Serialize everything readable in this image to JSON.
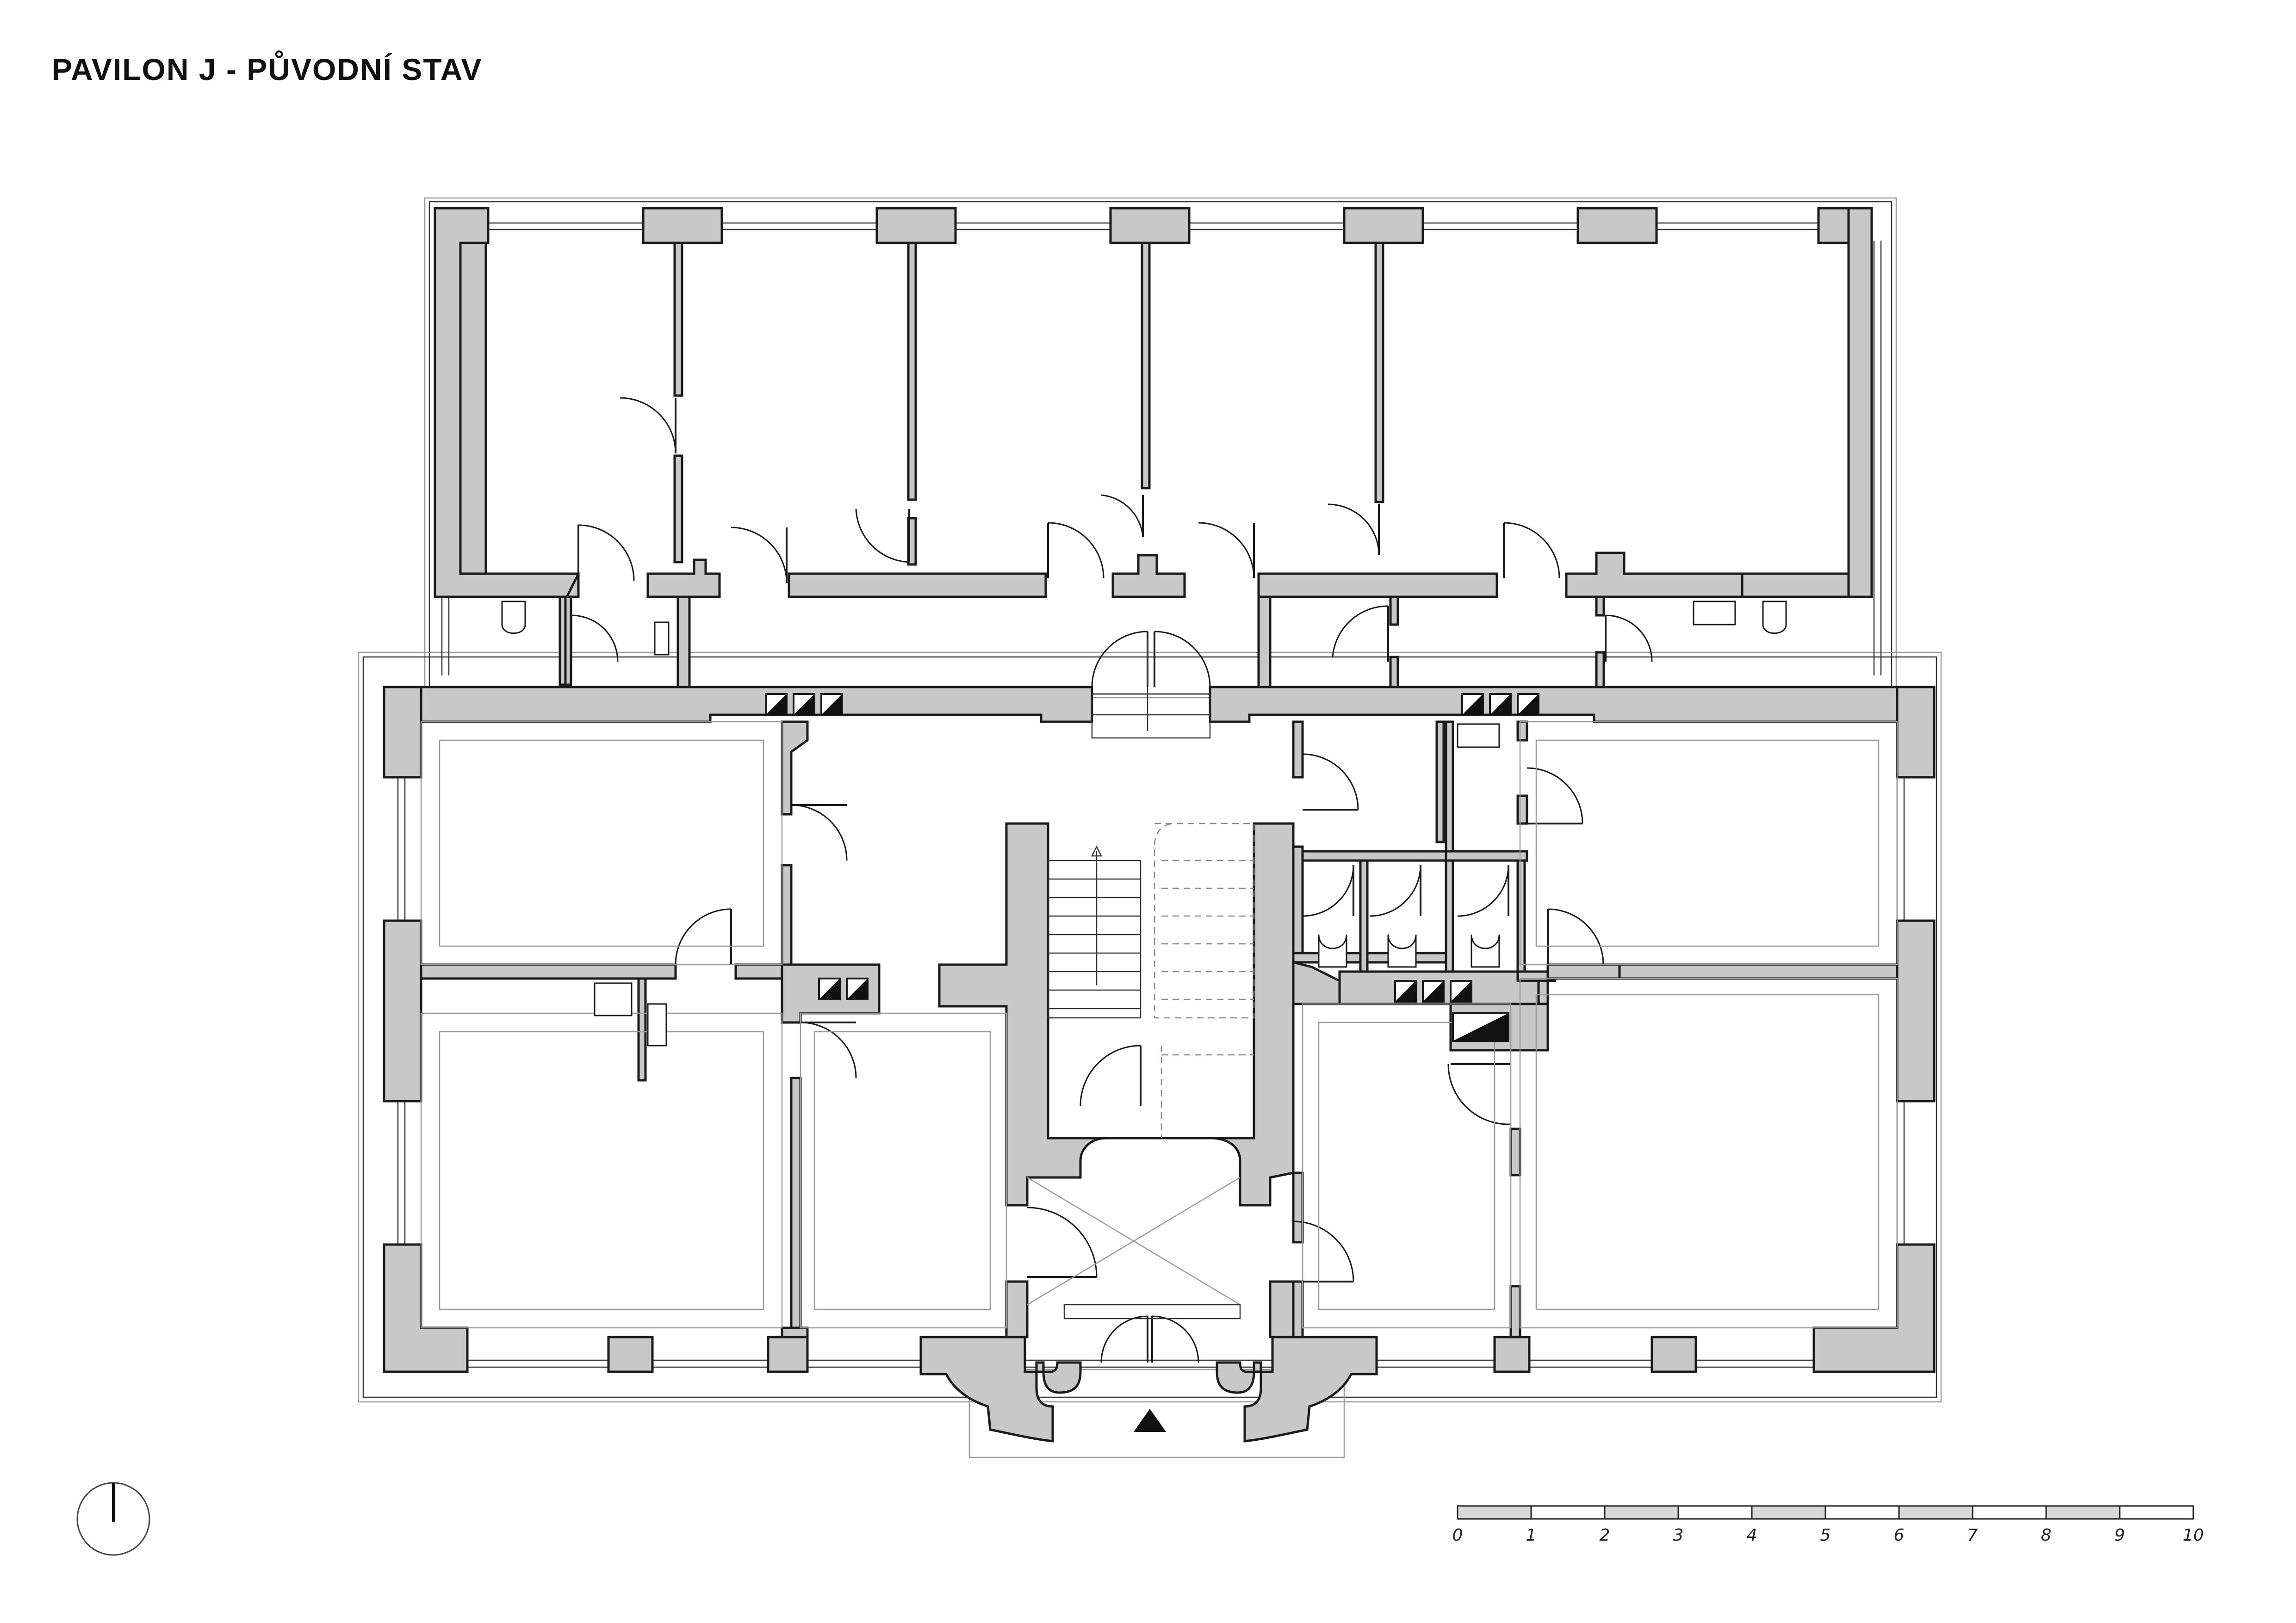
{
  "title": "PAVILON J - PŮVODNÍ STAV",
  "scale_bar": {
    "labels": [
      "0",
      "1",
      "2",
      "3",
      "4",
      "5",
      "6",
      "7",
      "8",
      "9",
      "10"
    ]
  },
  "symbols": {
    "north_arrow": "north-arrow-icon",
    "entrance": "entrance-triangle-icon"
  }
}
